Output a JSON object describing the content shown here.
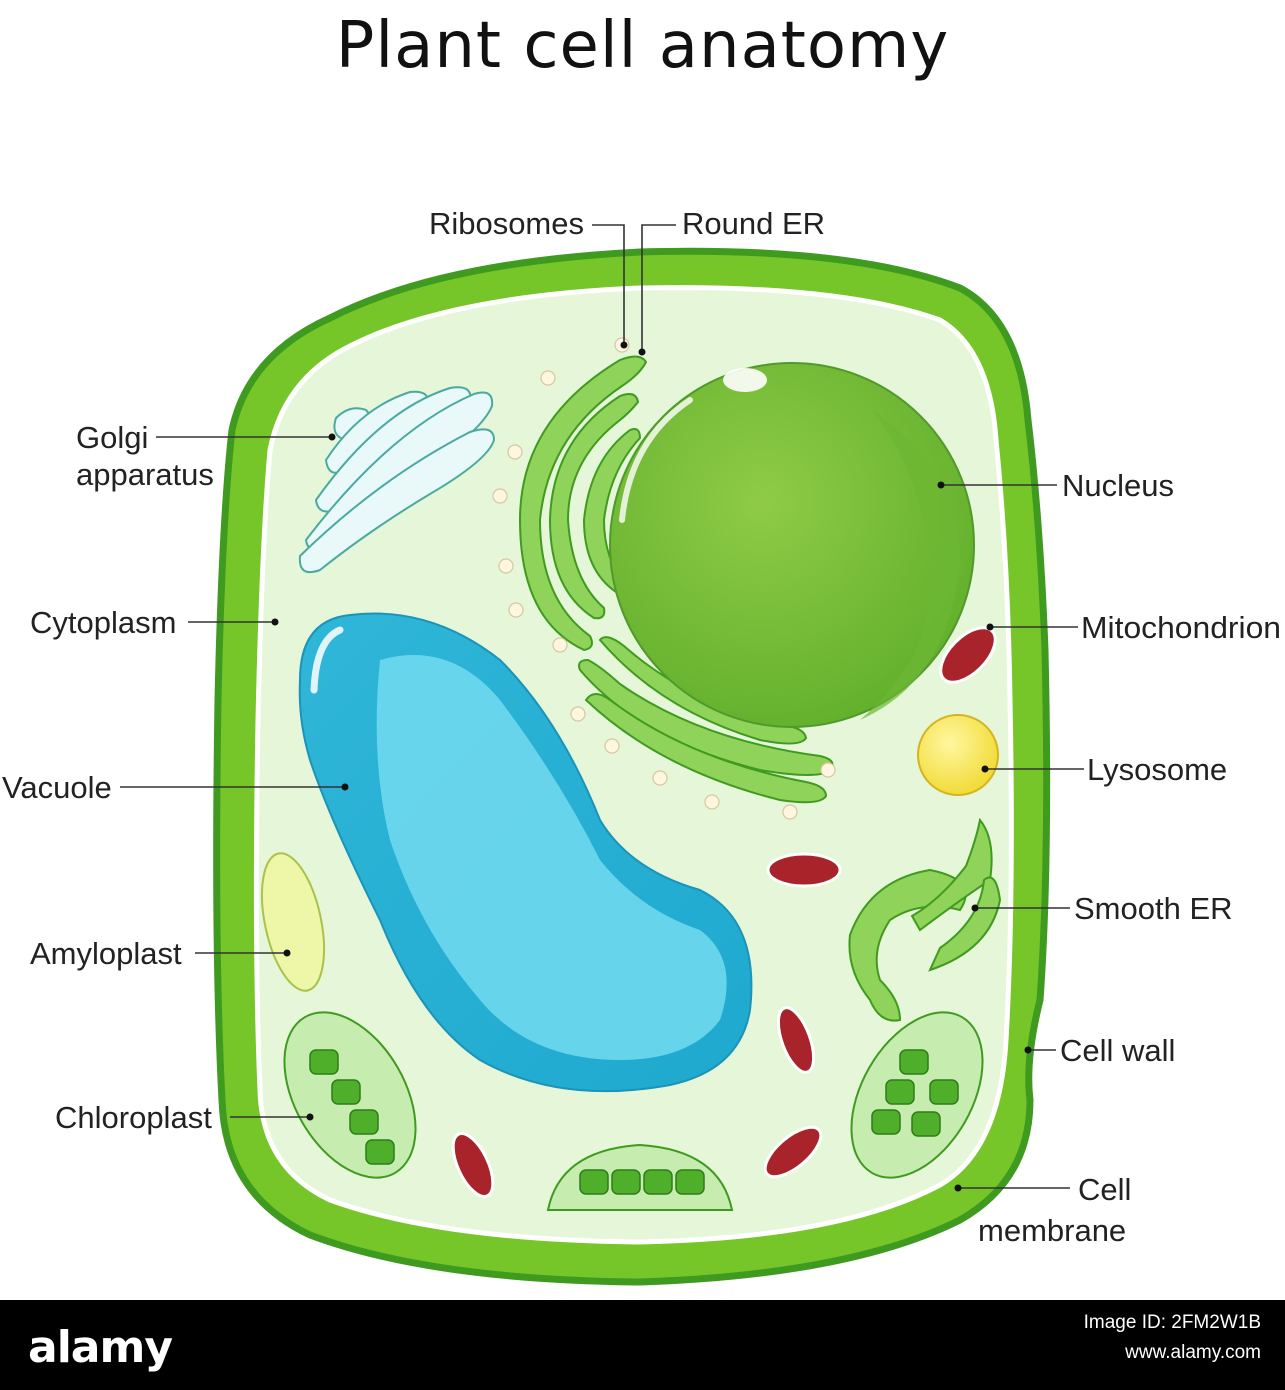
{
  "title": "Plant cell anatomy",
  "labels": {
    "ribosomes": "Ribosomes",
    "round_er": "Round ER",
    "golgi_line1": "Golgi",
    "golgi_line2": "apparatus",
    "nucleus": "Nucleus",
    "cytoplasm": "Cytoplasm",
    "mitochondrion": "Mitochondrion",
    "lysosome": "Lysosome",
    "vacuole": "Vacuole",
    "smooth_er": "Smooth ER",
    "amyloplast": "Amyloplast",
    "cell_wall": "Cell wall",
    "chloroplast": "Chloroplast",
    "cell_membrane_line1": "Cell",
    "cell_membrane_line2": "membrane"
  },
  "footer": {
    "logo": "alamy",
    "image_id": "Image ID: 2FM2W1B",
    "url": "www.alamy.com"
  },
  "colors": {
    "cell_wall": "#76c62a",
    "cell_wall_edge": "#3f9b1f",
    "cytoplasm": "#e6f6d8",
    "membrane": "#ffffff",
    "nucleus": "#84c341",
    "vacuole": "#4ecbe2",
    "mitochondrion": "#a8232a",
    "lysosome": "#f5e64a",
    "chloroplast": "#5fb93a",
    "amyloplast": "#eef7a8"
  }
}
